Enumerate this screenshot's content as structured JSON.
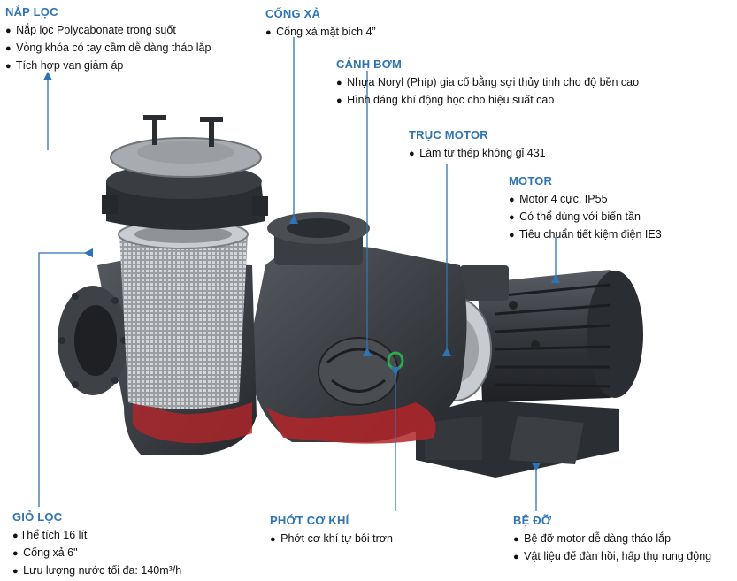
{
  "colors": {
    "title_blue": "#2e74b5",
    "arrow_blue": "#2e74b5",
    "pump_body": "#3a3d42",
    "pump_dark": "#1f2125",
    "cutaway_red": "#b3262a",
    "basket_grey": "#b9bcc0",
    "lid_grey": "#8e9296"
  },
  "callouts": {
    "nap_loc": {
      "title": "NẮP LỌC",
      "items": [
        "Nắp lọc Polycabonate trong suốt",
        "Vòng khóa có tay cầm dễ dàng tháo lắp",
        "Tích hợp van giảm áp"
      ]
    },
    "cong_xa": {
      "title": "CỐNG XẢ",
      "items": [
        "Cổng xả mặt bích 4”"
      ]
    },
    "canh_bom": {
      "title": "CÁNH BƠM",
      "items": [
        "Nhựa Noryl (Phíp) gia cố bằng sợi thủy tinh cho độ bền cao",
        "Hình dáng khí động học cho hiệu suất cao"
      ]
    },
    "truc_motor": {
      "title": "TRỤC MOTOR",
      "items": [
        "Làm từ thép không gỉ 431"
      ]
    },
    "motor": {
      "title": "MOTOR",
      "items": [
        "Motor 4 cực, IP55",
        "Có thể dùng với biến tần",
        "Tiêu chuẩn tiết kiệm điện IE3"
      ]
    },
    "gio_loc": {
      "title": "GIỎ LỌC",
      "items": [
        "Thể tích 16 lít",
        "Cổng xả 6\"",
        "Lưu lượng nước tối đa: 140m³/h"
      ]
    },
    "phot_co_khi": {
      "title": "PHỚT CƠ KHÍ",
      "items": [
        "Phớt cơ khí tự bôi trơn"
      ]
    },
    "be_do": {
      "title": "BỆ ĐỠ",
      "items": [
        "Bệ đỡ motor dễ dàng tháo lắp",
        "Vật liệu đế đàn hồi, hấp thụ rung động"
      ]
    }
  }
}
